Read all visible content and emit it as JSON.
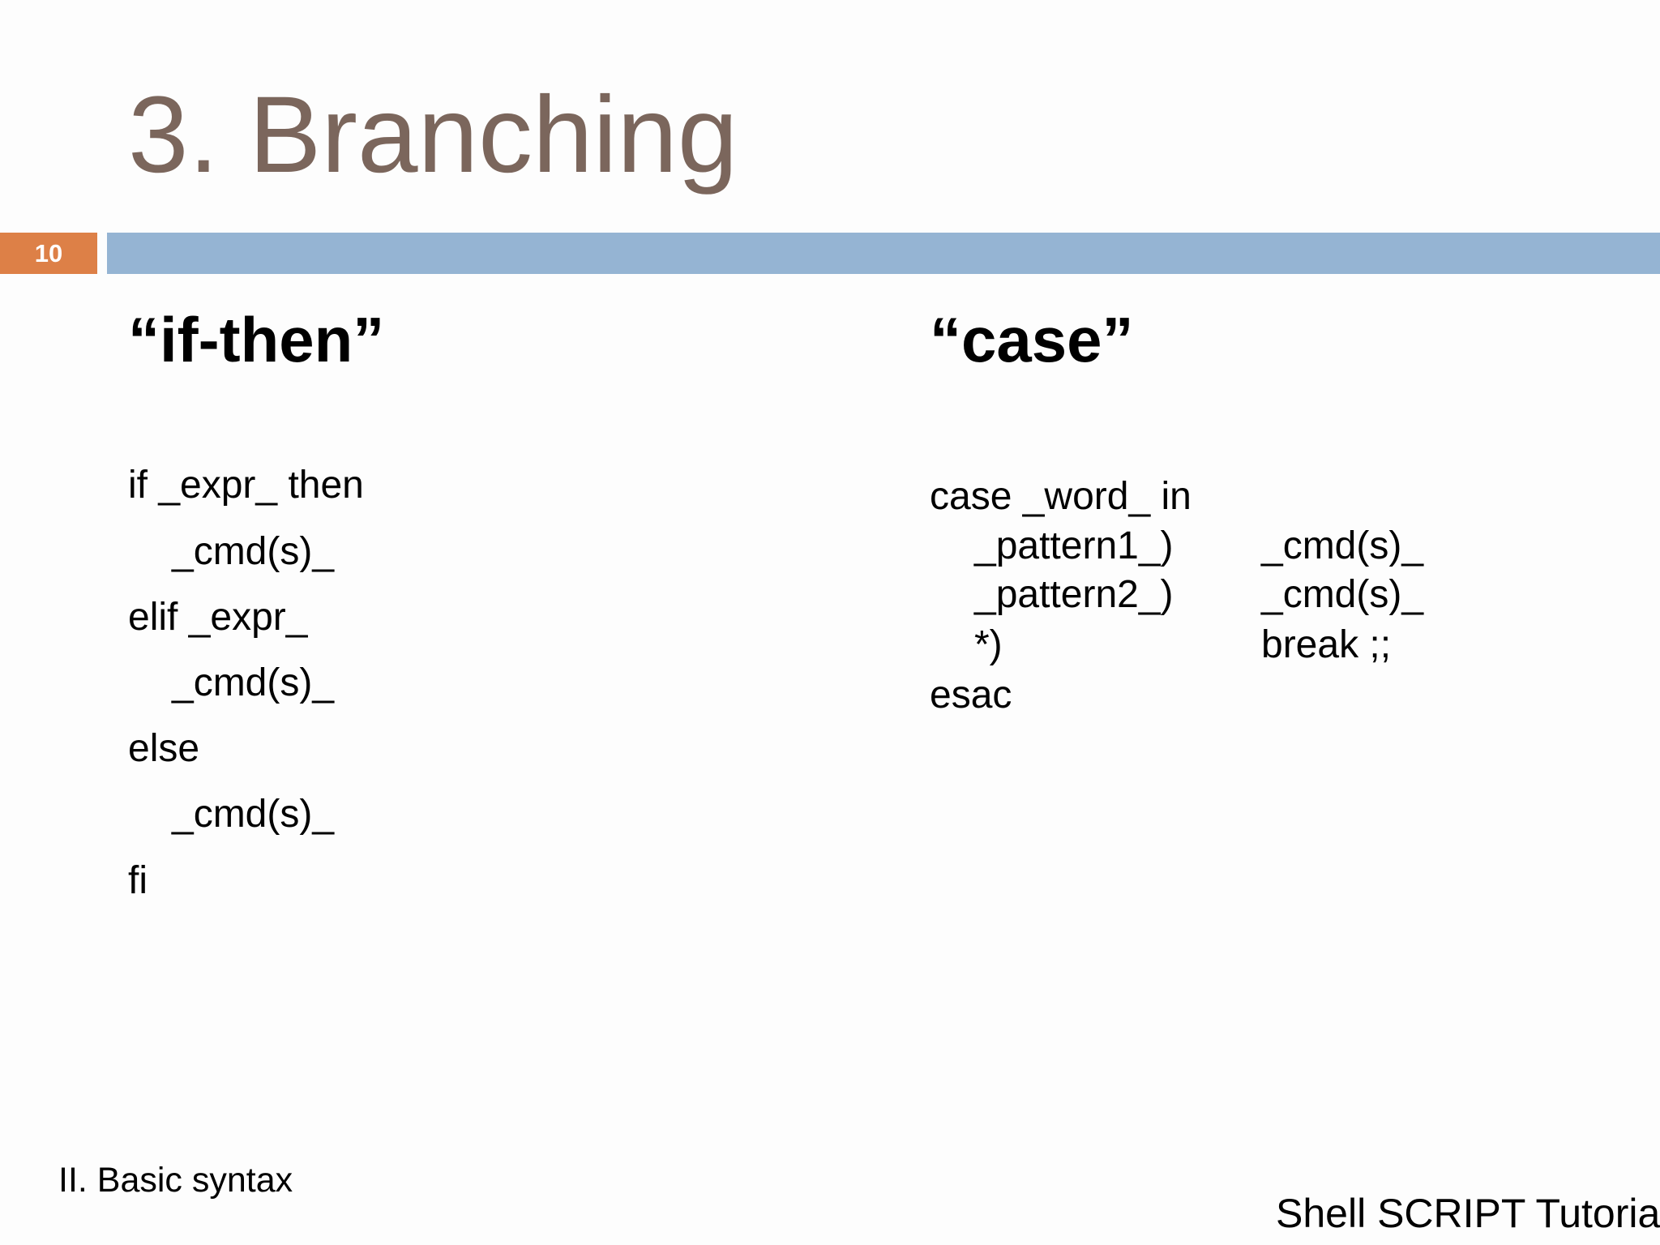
{
  "slide": {
    "title": "3. Branching",
    "slide_number": "10",
    "colors": {
      "title": "#7b665c",
      "number_box": "#dd8047",
      "header_bar": "#95b4d3"
    }
  },
  "if_then": {
    "heading": "“if-then”",
    "lines": [
      "if _expr_ then",
      "_cmd(s)_",
      "elif _expr_",
      "_cmd(s)_",
      "else",
      "_cmd(s)_",
      "fi"
    ]
  },
  "case": {
    "heading": "“case”",
    "open_line": "case _word_ in",
    "rows": [
      {
        "pattern": "_pattern1_)",
        "action": "_cmd(s)_"
      },
      {
        "pattern": "_pattern2_)",
        "action": "_cmd(s)_"
      },
      {
        "pattern": "*)",
        "action": "break ;;"
      }
    ],
    "close_line": "esac"
  },
  "footer": {
    "section": "II. Basic syntax",
    "tutorial": "Shell SCRIPT Tutorial"
  }
}
